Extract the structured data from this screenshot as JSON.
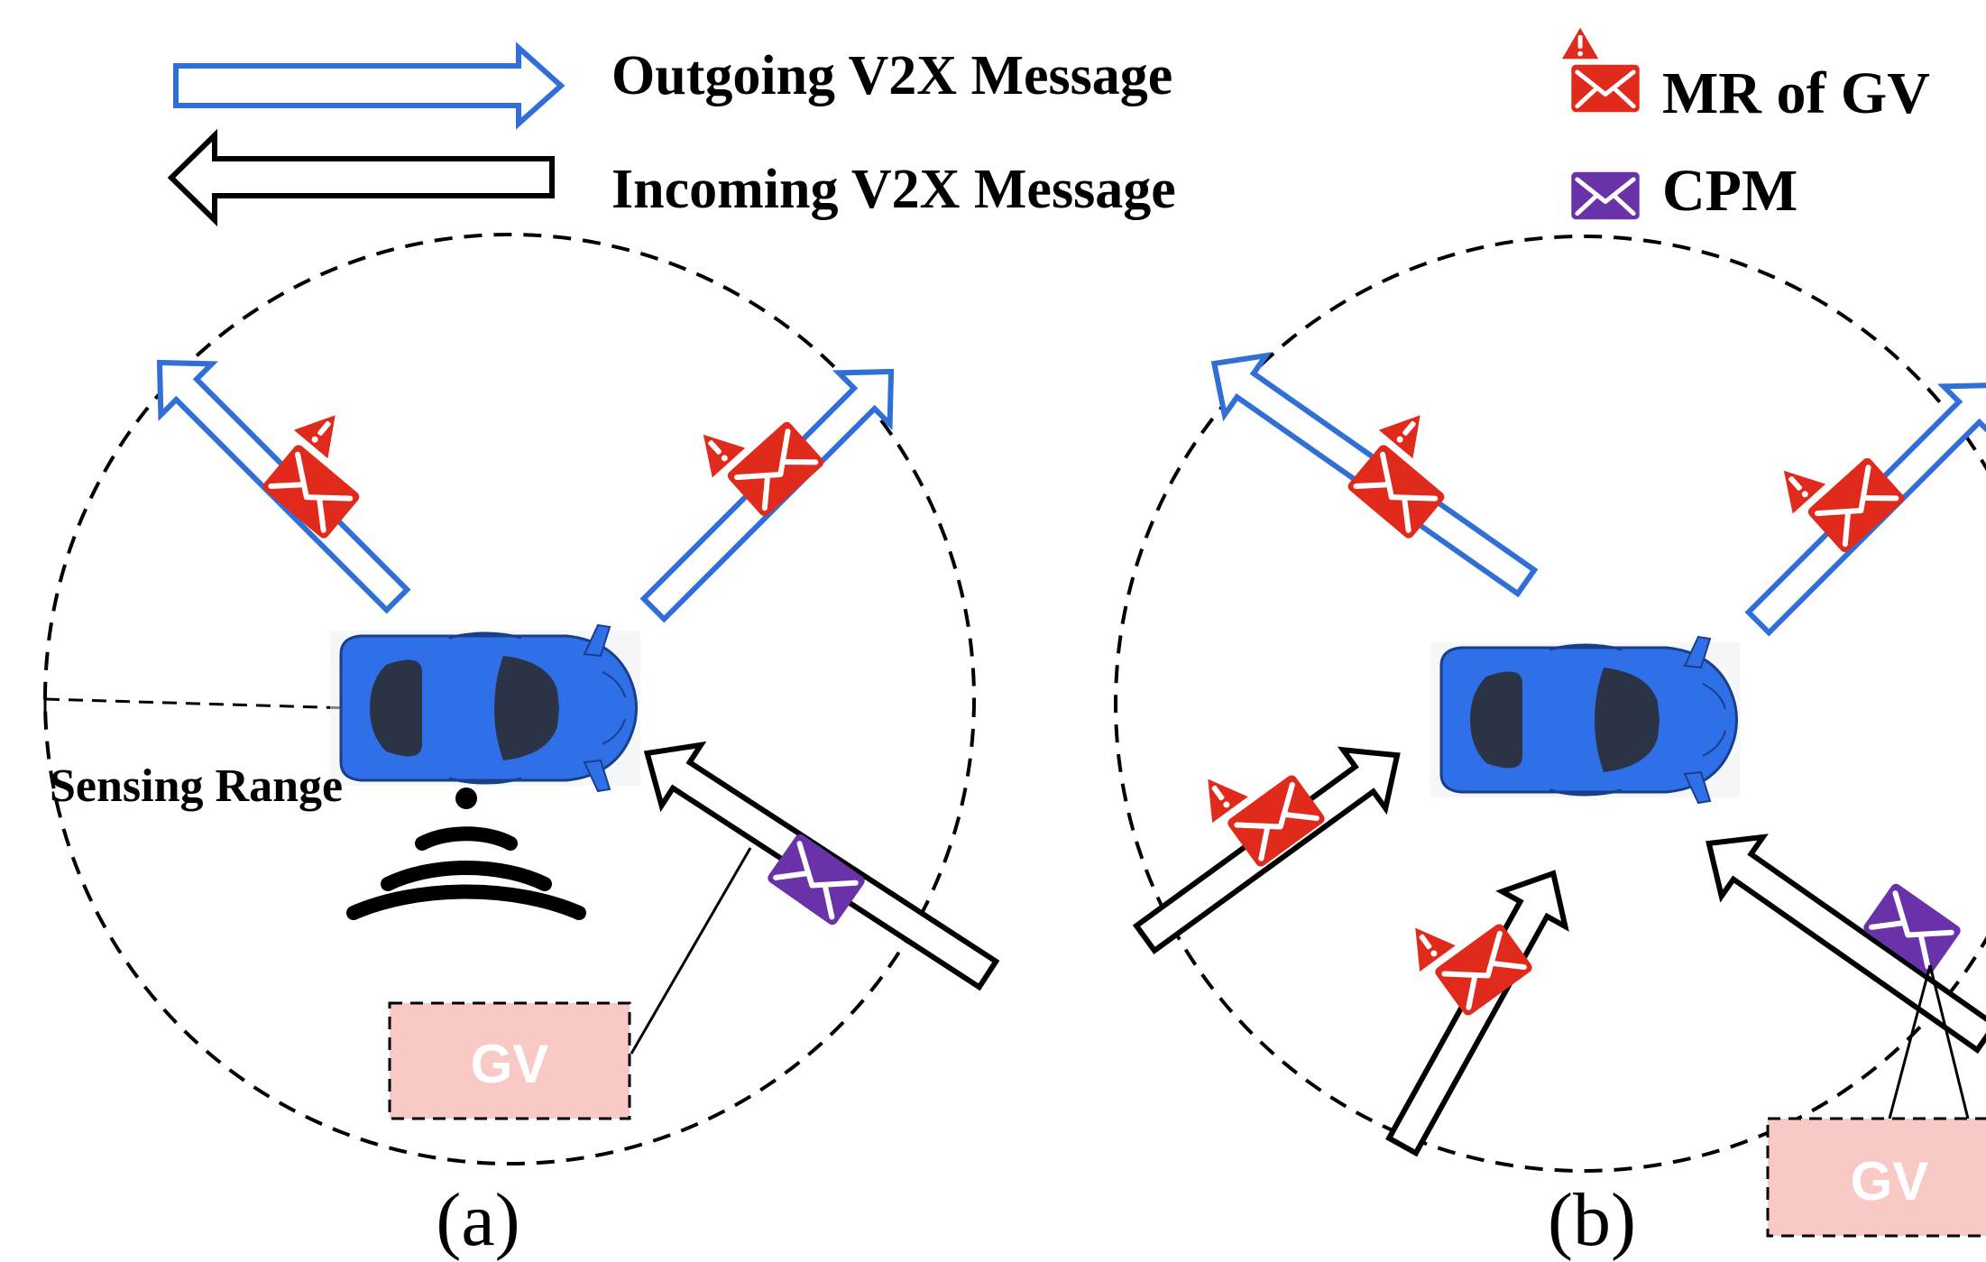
{
  "legend": {
    "outgoing": "Outgoing V2X Message",
    "incoming": "Incoming V2X Message",
    "mr": "MR of GV",
    "cpm": "CPM"
  },
  "panel_a": {
    "sensing_label": "Sensing Range",
    "gv_label": "GV",
    "caption": "(a)"
  },
  "panel_b": {
    "gv_label": "GV",
    "caption": "(b)"
  },
  "colors": {
    "outgoing_arrow": "#2f6fd6",
    "incoming_arrow": "#000000",
    "mr_envelope": "#e02a1c",
    "cpm_envelope": "#6a32a8",
    "car_body": "#2f6fe8",
    "gv_box": "#f9c9c6"
  },
  "icons": [
    "outgoing-arrow-icon",
    "incoming-arrow-icon",
    "mr-envelope-icon",
    "cpm-envelope-icon",
    "car-icon",
    "wifi-signal-icon"
  ]
}
